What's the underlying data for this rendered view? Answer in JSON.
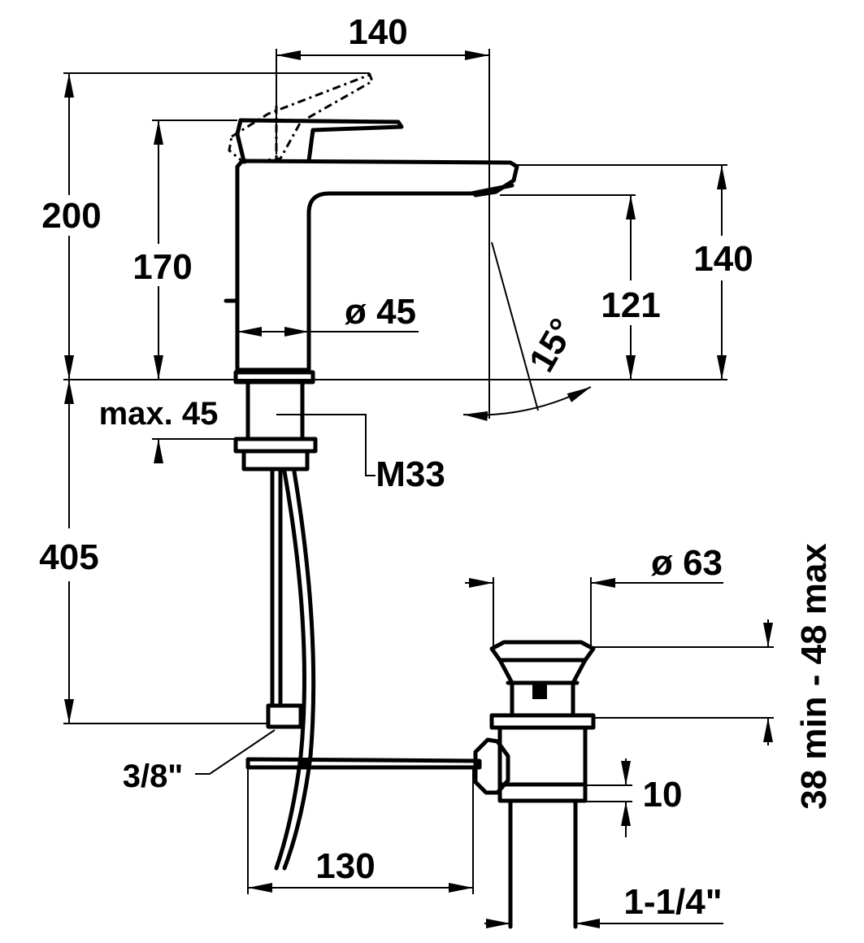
{
  "title": "Basin mixer dimension drawing",
  "dimensions": {
    "spout_reach": "140",
    "total_height": "200",
    "lever_height": "170",
    "spout_height": "140",
    "outlet_height": "121",
    "body_diameter": "ø 45",
    "swivel_angle": "15°",
    "max_deck": "max. 45",
    "thread": "M33",
    "hose_length": "405",
    "connection": "3/8\"",
    "rod_length": "130",
    "waste_diameter": "ø 63",
    "waste_range": "38 min - 48 max",
    "waste_offset": "10",
    "waste_thread": "1-1/4\""
  },
  "colors": {
    "line": "#000000",
    "background": "#ffffff"
  }
}
